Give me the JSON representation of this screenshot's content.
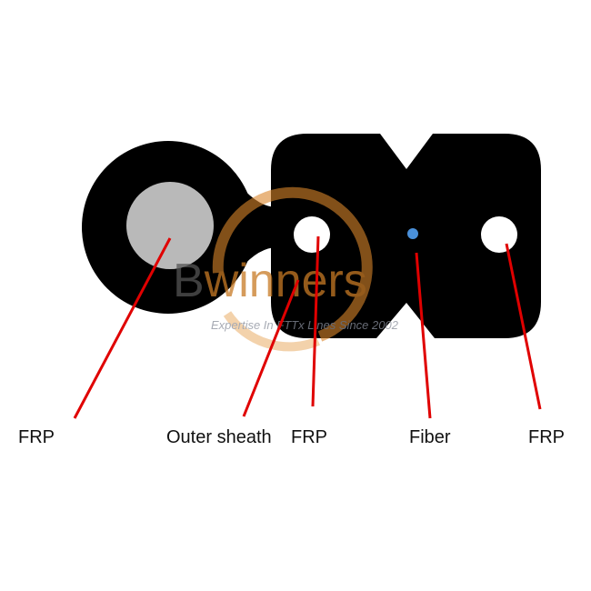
{
  "diagram": {
    "labels": {
      "frp_left": "FRP",
      "outer_sheath": "Outer sheath",
      "frp_middle": "FRP",
      "fiber": "Fiber",
      "frp_right": "FRP"
    },
    "watermark": {
      "brand_first": "B",
      "brand_rest": "winners",
      "tagline": "Expertise In FTTx Lines Since 2002"
    },
    "colors": {
      "sheath": "#000000",
      "messenger_frp": "#b9b9b9",
      "fiber": "#4a90d9",
      "leader_line": "#e00000",
      "watermark_orange": "#d9862a"
    }
  }
}
